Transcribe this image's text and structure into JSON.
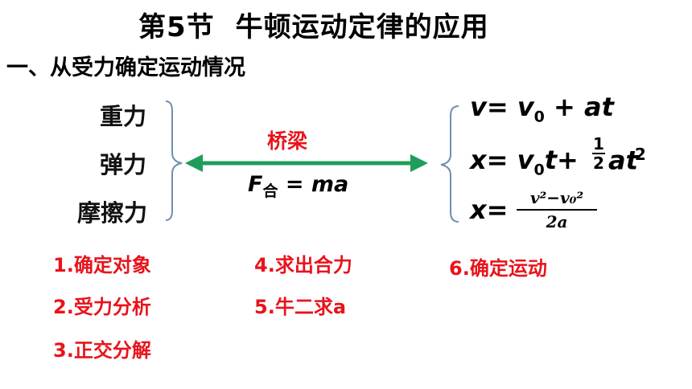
{
  "title": {
    "section_no": "第5节",
    "name": "牛顿运动定律的应用"
  },
  "section_heading": "一、从受力确定运动情况",
  "forces": [
    "重力",
    "弹力",
    "摩擦力"
  ],
  "bridge_label": "桥梁",
  "newton_formula": {
    "F": "F",
    "sub": "合",
    "rest": " = ma"
  },
  "kinematics": {
    "eq1": {
      "left": "v",
      "eq": "=",
      "v": "v",
      "sub0": "0",
      "rest": "+ at"
    },
    "eq2": {
      "left": "x",
      "eq": "=",
      "v": "v",
      "sub0": "0",
      "t": "t",
      "plus": "+",
      "num": "1",
      "den": "2",
      "at": "at",
      "sq": "2"
    },
    "eq3": {
      "left": "x",
      "eq": "=",
      "num": "v²−v₀²",
      "den": "2a"
    }
  },
  "steps": [
    "1.确定对象",
    "2.受力分析",
    "3.正交分解",
    "4.求出合力",
    "5.牛二求a",
    "6.确定运动"
  ],
  "colors": {
    "accent_red": "#e8131b",
    "arrow_green": "#1e9e5a",
    "brace_blue": "#6f8fb0"
  }
}
